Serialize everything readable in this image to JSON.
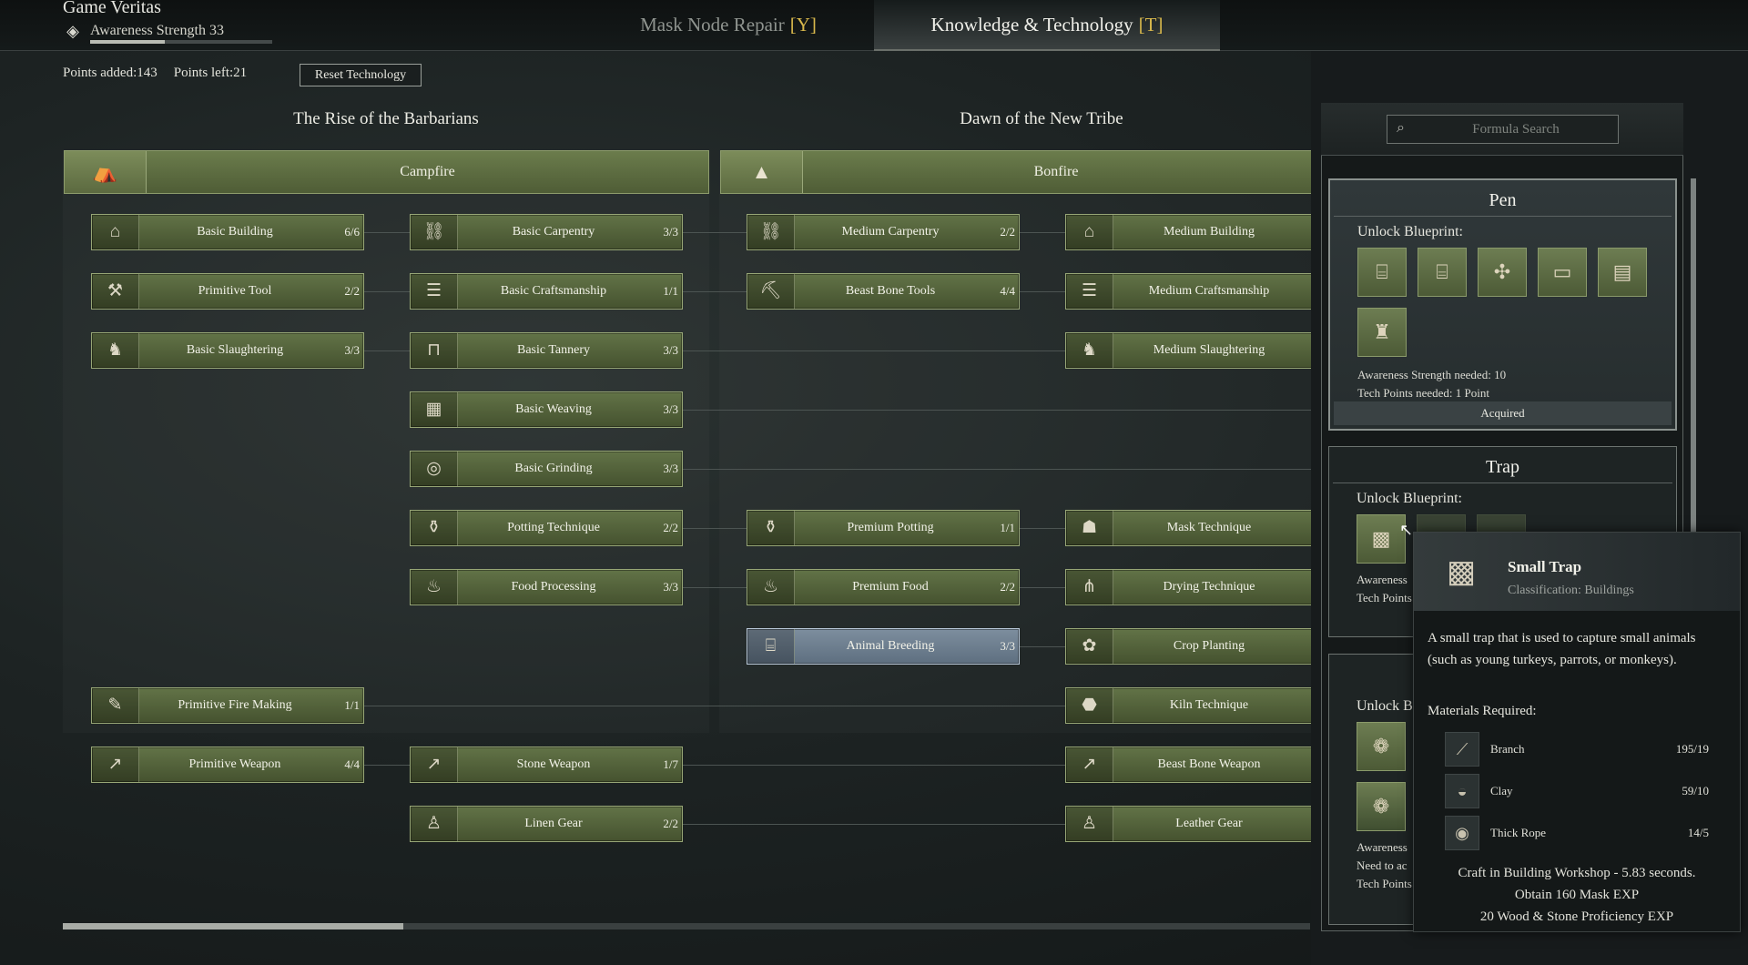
{
  "header": {
    "game_title": "Game Veritas",
    "awareness_label": "Awareness Strength 33",
    "awareness_progress": 0.41,
    "tabs": [
      {
        "label": "Mask Node Repair",
        "key": "[Y]"
      },
      {
        "label": "Knowledge & Technology",
        "key": "[T]"
      }
    ]
  },
  "points": {
    "added": "Points added:143",
    "left": "Points left:21",
    "reset_label": "Reset Technology"
  },
  "eras": [
    {
      "title": "The Rise of the Barbarians",
      "header": "Campfire",
      "icon": "campfire-icon"
    },
    {
      "title": "Dawn of the New Tribe",
      "header": "Bonfire",
      "icon": "bonfire-icon"
    }
  ],
  "nodes": {
    "basic_building": {
      "label": "Basic Building",
      "count": "6/6"
    },
    "primitive_tool": {
      "label": "Primitive Tool",
      "count": "2/2"
    },
    "basic_slaughtering": {
      "label": "Basic Slaughtering",
      "count": "3/3"
    },
    "primitive_fire_making": {
      "label": "Primitive Fire Making",
      "count": "1/1"
    },
    "primitive_weapon": {
      "label": "Primitive Weapon",
      "count": "4/4"
    },
    "basic_carpentry": {
      "label": "Basic Carpentry",
      "count": "3/3"
    },
    "basic_craftsmanship": {
      "label": "Basic Craftsmanship",
      "count": "1/1"
    },
    "basic_tannery": {
      "label": "Basic Tannery",
      "count": "3/3"
    },
    "basic_weaving": {
      "label": "Basic Weaving",
      "count": "3/3"
    },
    "basic_grinding": {
      "label": "Basic Grinding",
      "count": "3/3"
    },
    "potting_technique": {
      "label": "Potting Technique",
      "count": "2/2"
    },
    "food_processing": {
      "label": "Food Processing",
      "count": "3/3"
    },
    "stone_weapon": {
      "label": "Stone Weapon",
      "count": "1/7"
    },
    "linen_gear": {
      "label": "Linen Gear",
      "count": "2/2"
    },
    "medium_carpentry": {
      "label": "Medium Carpentry",
      "count": "2/2"
    },
    "beast_bone_tools": {
      "label": "Beast Bone Tools",
      "count": "4/4"
    },
    "premium_potting": {
      "label": "Premium Potting",
      "count": "1/1"
    },
    "premium_food": {
      "label": "Premium Food",
      "count": "2/2"
    },
    "animal_breeding": {
      "label": "Animal Breeding",
      "count": "3/3"
    },
    "medium_building": {
      "label": "Medium Building",
      "count": ""
    },
    "medium_craftsmanship": {
      "label": "Medium Craftsmanship",
      "count": ""
    },
    "medium_slaughtering": {
      "label": "Medium Slaughtering",
      "count": ""
    },
    "mask_technique": {
      "label": "Mask Technique",
      "count": ""
    },
    "drying_technique": {
      "label": "Drying Technique",
      "count": ""
    },
    "crop_planting": {
      "label": "Crop Planting",
      "count": ""
    },
    "kiln_technique": {
      "label": "Kiln Technique",
      "count": ""
    },
    "beast_bone_weapon": {
      "label": "Beast Bone Weapon",
      "count": ""
    },
    "leather_gear": {
      "label": "Leather Gear",
      "count": ""
    }
  },
  "sidebar": {
    "search_placeholder": "Formula Search",
    "cards": [
      {
        "title": "Pen",
        "unlock_label": "Unlock Blueprint:",
        "awareness_needed": "Awareness Strength needed: 10",
        "tech_points": "Tech Points needed: 1 Point",
        "status": "Acquired"
      },
      {
        "title": "Trap",
        "unlock_label": "Unlock Blueprint:",
        "awareness_partial": "Awareness",
        "tech_partial": "Tech Points"
      },
      {
        "unlock_partial": "Unlock B",
        "awareness_partial": "Awareness",
        "need_partial": "Need to ac",
        "tech_partial": "Tech Points"
      }
    ]
  },
  "tooltip": {
    "name": "Small Trap",
    "classification": "Classification: Buildings",
    "description": "A small trap that is used to capture small animals (such as young turkeys, parrots, or monkeys).",
    "materials_label": "Materials Required:",
    "materials": [
      {
        "name": "Branch",
        "qty": "195/19",
        "icon": "branch-icon"
      },
      {
        "name": "Clay",
        "qty": "59/10",
        "icon": "clay-icon"
      },
      {
        "name": "Thick Rope",
        "qty": "14/5",
        "icon": "rope-icon"
      }
    ],
    "craft": "Craft in Building Workshop - 5.83 seconds.",
    "exp1": "Obtain 160 Mask EXP",
    "exp2": "20 Wood & Stone Proficiency EXP"
  },
  "colors": {
    "node_green": "#566640",
    "node_selected": "#6e7f90",
    "accent_key": "#d8b84c"
  }
}
